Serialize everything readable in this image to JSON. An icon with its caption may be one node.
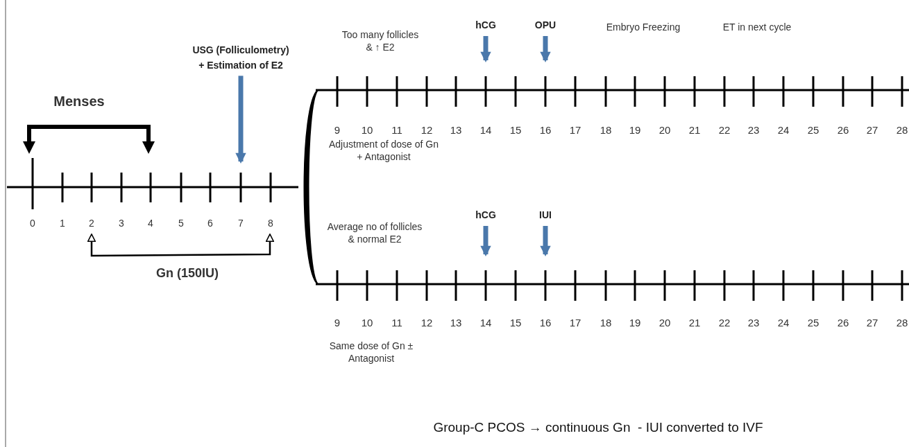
{
  "diagram": {
    "caption": "Group-C PCOS → continuous Gn  - IUI converted to IVF",
    "nodes": [
      {
        "text": [
          "USG (Folliculometry) **+ Estimation of E2**"
        ]
      },
      {
        "text": [
          "hCG"
        ]
      },
      {
        "text": [
          "OPU"
        ]
      },
      {
        "text": [
          "hCG"
        ]
      },
      {
        "text": [
          "IUI"
        ]
      }
    ],
    "edges": [
      {
        "from": 0,
        "to": null,
        "arrow": "to"
      },
      {
        "from": 1,
        "to": null,
        "arrow": "to"
      },
      {
        "from": 2,
        "to": null,
        "arrow": "to"
      },
      {
        "from": 3,
        "to": null,
        "arrow": "to"
      },
      {
        "from": 4,
        "to": null,
        "arrow": "to"
      }
    ],
    "labels": [
      "Menses",
      "Too many follicles & ↑ E2",
      "Embryo Freezing",
      "ET in next cycle",
      "0",
      "1",
      "2",
      "3",
      "4",
      "5",
      "6",
      "7",
      "8",
      "9",
      "10",
      "11",
      "12",
      "13",
      "14",
      "15",
      "16",
      "17",
      "18",
      "19",
      "20",
      "21",
      "22",
      "23",
      "24",
      "25",
      "26",
      "27",
      "28",
      "Adjustment of dose of Gn + Antagonist",
      "Gn (150IU)",
      "Average no of follicles & normal E2",
      "9",
      "10",
      "11",
      "12",
      "13",
      "14",
      "15",
      "16",
      "17",
      "18",
      "19",
      "20",
      "21",
      "22",
      "23",
      "24",
      "25",
      "26",
      "27",
      "28",
      "Same dose of Gn ± Antagonist"
    ]
  }
}
